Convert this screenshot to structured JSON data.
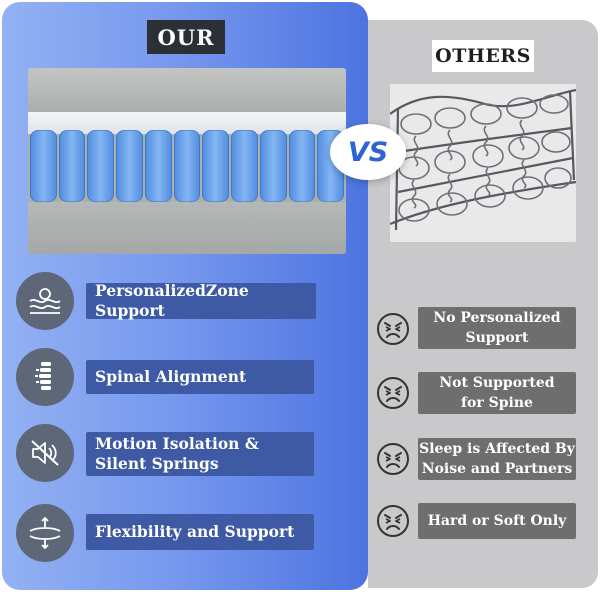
{
  "header": {
    "our": "OUR",
    "others": "OTHERS"
  },
  "vs_label": "VS",
  "features": [
    {
      "icon": "layered-foam-icon",
      "lines": [
        "PersonalizedZone Support"
      ]
    },
    {
      "icon": "spine-icon",
      "lines": [
        "Spinal Alignment"
      ]
    },
    {
      "icon": "muted-speaker-icon",
      "lines": [
        "Motion Isolation &",
        "Silent Springs"
      ]
    },
    {
      "icon": "flex-arrows-icon",
      "lines": [
        "Flexibility and Support"
      ]
    }
  ],
  "others": [
    {
      "icon": "angry-face-icon",
      "lines": [
        "No Personalized",
        "Support"
      ]
    },
    {
      "icon": "angry-face-icon",
      "lines": [
        "Not Supported",
        "for Spine"
      ]
    },
    {
      "icon": "angry-face-icon",
      "lines": [
        "Sleep is Affected By",
        "Noise and Partners"
      ]
    },
    {
      "icon": "angry-face-icon",
      "lines": [
        "Hard or Soft Only"
      ]
    }
  ],
  "colors": {
    "our_panel": "#6f91ec",
    "others_panel": "#c9c9cb",
    "feature_label": "#3e5aa5",
    "others_label": "#6e6e6e",
    "vs": "#2e63d8"
  }
}
